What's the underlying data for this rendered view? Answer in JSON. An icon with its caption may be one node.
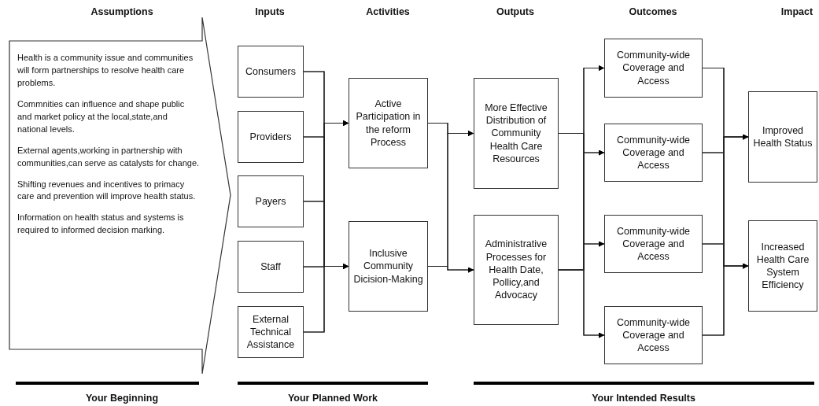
{
  "diagram": {
    "nodes": [
      {
        "text": [
          "Health is a community issue and communities will form partnerships to resolve health care problems.",
          "Commnities can influence and shape public and market policy at the local,state,and national levels.",
          "External agents,working in partnership with communities,can serve as catalysts for change.",
          "Shifting revenues and incentives to primacy care and prevention will improve health status.",
          "Information on health status and systems is required to informed decision marking."
        ]
      },
      {
        "text": [
          "Consumers"
        ]
      },
      {
        "text": [
          "Providers"
        ]
      },
      {
        "text": [
          "Payers"
        ]
      },
      {
        "text": [
          "Staff"
        ]
      },
      {
        "text": [
          "External Technical Assistance"
        ]
      },
      {
        "text": [
          "Active Participation in the reform Process"
        ]
      },
      {
        "text": [
          "Inclusive Community Dicision-Making"
        ]
      },
      {
        "text": [
          "More Effective Distribution of Community Health Care Resources"
        ]
      },
      {
        "text": [
          "Administrative Processes for Health Date, Pollicy,and Advocacy"
        ]
      },
      {
        "text": [
          "Community-wide Coverage and Access"
        ]
      },
      {
        "text": [
          "Community-wide Coverage and Access"
        ]
      },
      {
        "text": [
          "Community-wide Coverage and Access"
        ]
      },
      {
        "text": [
          "Community-wide Coverage and Access"
        ]
      },
      {
        "text": [
          "Improved Health Status"
        ]
      },
      {
        "text": [
          "Increased Health Care System Efficiency"
        ]
      }
    ],
    "edges": [
      {
        "from": 1,
        "to": 6,
        "arrow": "to"
      },
      {
        "from": 1,
        "to": 7,
        "arrow": "to"
      },
      {
        "from": 2,
        "to": 6,
        "arrow": "to"
      },
      {
        "from": 2,
        "to": 7,
        "arrow": "to"
      },
      {
        "from": 3,
        "to": 6,
        "arrow": "to"
      },
      {
        "from": 3,
        "to": 7,
        "arrow": "to"
      },
      {
        "from": 4,
        "to": 6,
        "arrow": "to"
      },
      {
        "from": 4,
        "to": 7,
        "arrow": "to"
      },
      {
        "from": 5,
        "to": 6,
        "arrow": "to"
      },
      {
        "from": 5,
        "to": 7,
        "arrow": "to"
      },
      {
        "from": 6,
        "to": 8,
        "arrow": "to"
      },
      {
        "from": 6,
        "to": 9,
        "arrow": "to"
      },
      {
        "from": 7,
        "to": 8,
        "arrow": "to"
      },
      {
        "from": 7,
        "to": 9,
        "arrow": "to"
      },
      {
        "from": 8,
        "to": 10,
        "arrow": "to"
      },
      {
        "from": 8,
        "to": 11,
        "arrow": "to"
      },
      {
        "from": 8,
        "to": 12,
        "arrow": "to"
      },
      {
        "from": 8,
        "to": 13,
        "arrow": "to"
      },
      {
        "from": 9,
        "to": 10,
        "arrow": "to"
      },
      {
        "from": 9,
        "to": 11,
        "arrow": "to"
      },
      {
        "from": 9,
        "to": 12,
        "arrow": "to"
      },
      {
        "from": 9,
        "to": 13,
        "arrow": "to"
      },
      {
        "from": 10,
        "to": 14,
        "arrow": "to"
      },
      {
        "from": 10,
        "to": 15,
        "arrow": "to"
      },
      {
        "from": 11,
        "to": 14,
        "arrow": "to"
      },
      {
        "from": 11,
        "to": 15,
        "arrow": "to"
      },
      {
        "from": 12,
        "to": 14,
        "arrow": "to"
      },
      {
        "from": 12,
        "to": 15,
        "arrow": "to"
      },
      {
        "from": 13,
        "to": 14,
        "arrow": "to"
      },
      {
        "from": 13,
        "to": 15,
        "arrow": "to"
      }
    ],
    "labels": [
      "Assumptions",
      "Inputs",
      "Activities",
      "Outputs",
      "Outcomes",
      "Impact",
      "Your Beginning",
      "Your Planned Work",
      "Your Intended Results"
    ]
  }
}
